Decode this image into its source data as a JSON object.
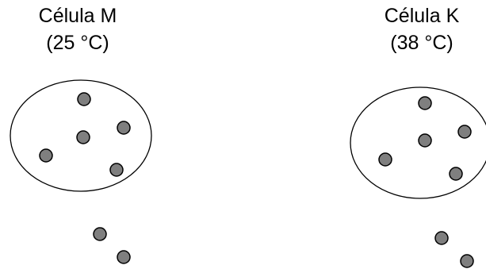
{
  "cells": [
    {
      "name": "Célula M",
      "temperature": "(25 °C)"
    },
    {
      "name": "Célula K",
      "temperature": "(38 °C)"
    }
  ],
  "colors": {
    "particle_fill": "#7f7f7f",
    "outline": "#000000"
  }
}
